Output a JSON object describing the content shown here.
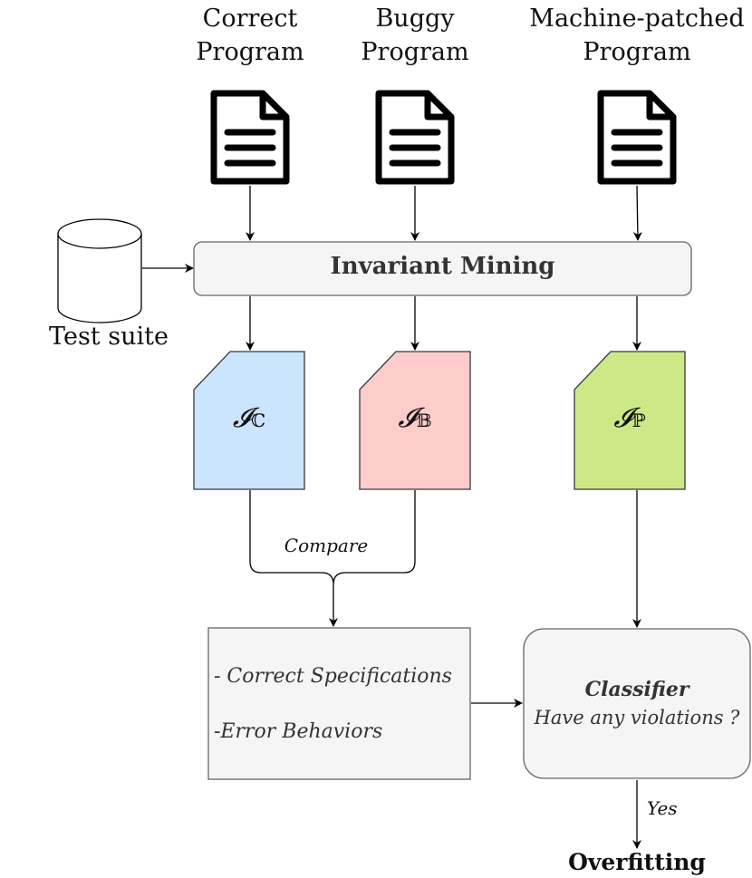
{
  "programs": [
    {
      "line1": "Correct",
      "line2": "Program"
    },
    {
      "line1": "Buggy",
      "line2": "Program"
    },
    {
      "line1": "Machine-patched",
      "line2": "Program"
    }
  ],
  "test_suite": "Test suite",
  "mining": "Invariant Mining",
  "invariants": [
    {
      "symbol": "𝓘",
      "sub": "ℂ",
      "color": "#cce5ff"
    },
    {
      "symbol": "𝓘",
      "sub": "𝔹",
      "color": "#ffcccc"
    },
    {
      "symbol": "𝓘",
      "sub": "ℙ",
      "color": "#cde987"
    }
  ],
  "compare": "Compare",
  "specs": {
    "line1": "- Correct Specifications",
    "line2": "-Error Behaviors"
  },
  "classifier": {
    "title": "Classifier",
    "question": "Have any violations ?"
  },
  "yes": "Yes",
  "result": "Overfitting"
}
